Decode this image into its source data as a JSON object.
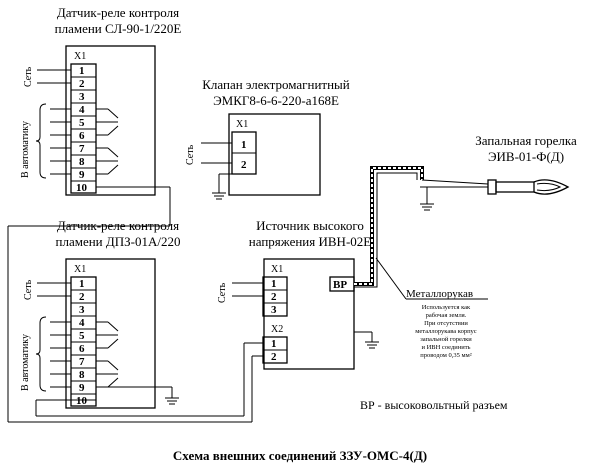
{
  "relay1": {
    "title_line1": "Датчик-реле контроля",
    "title_line2": "пламени СЛ-90-1/220Е",
    "connector": "X1",
    "terminals": [
      "1",
      "2",
      "3",
      "4",
      "5",
      "6",
      "7",
      "8",
      "9",
      "10"
    ]
  },
  "relay2": {
    "title_line1": "Датчик-реле контроля",
    "title_line2": "пламени ДПЗ-01А/220",
    "connector": "X1",
    "terminals": [
      "1",
      "2",
      "3",
      "4",
      "5",
      "6",
      "7",
      "8",
      "9",
      "10"
    ]
  },
  "valve": {
    "title_line1": "Клапан электромагнитный",
    "title_line2": "ЭМКГ8-6-6-220-а168Е",
    "connector": "X1",
    "terminals": [
      "1",
      "2"
    ]
  },
  "burner": {
    "title_line1": "Запальная горелка",
    "title_line2": "ЭИВ-01-Ф(Д)"
  },
  "hv": {
    "title_line1": "Источник высокого",
    "title_line2": "напряжения ИВН-02Е",
    "connector1": "X1",
    "x1_terminals": [
      "1",
      "2",
      "3"
    ],
    "connector2": "X2",
    "x2_terminals": [
      "1",
      "2"
    ],
    "hv_connector": "ВР"
  },
  "labels": {
    "mains": "Сеть",
    "automation": "В автоматику"
  },
  "cable": {
    "title": "Металлорукав",
    "note": [
      "Используется как",
      "рабочая земля.",
      "При отсутствии",
      "металлорукава корпус",
      "запальной горелки",
      "и ИВН соединить",
      "проводом 0,35 мм²"
    ]
  },
  "legend": {
    "hv_connector": "ВР - высоковольтный разъем"
  },
  "caption": "Схема внешних соединений ЗЗУ-ОМС-4(Д)"
}
